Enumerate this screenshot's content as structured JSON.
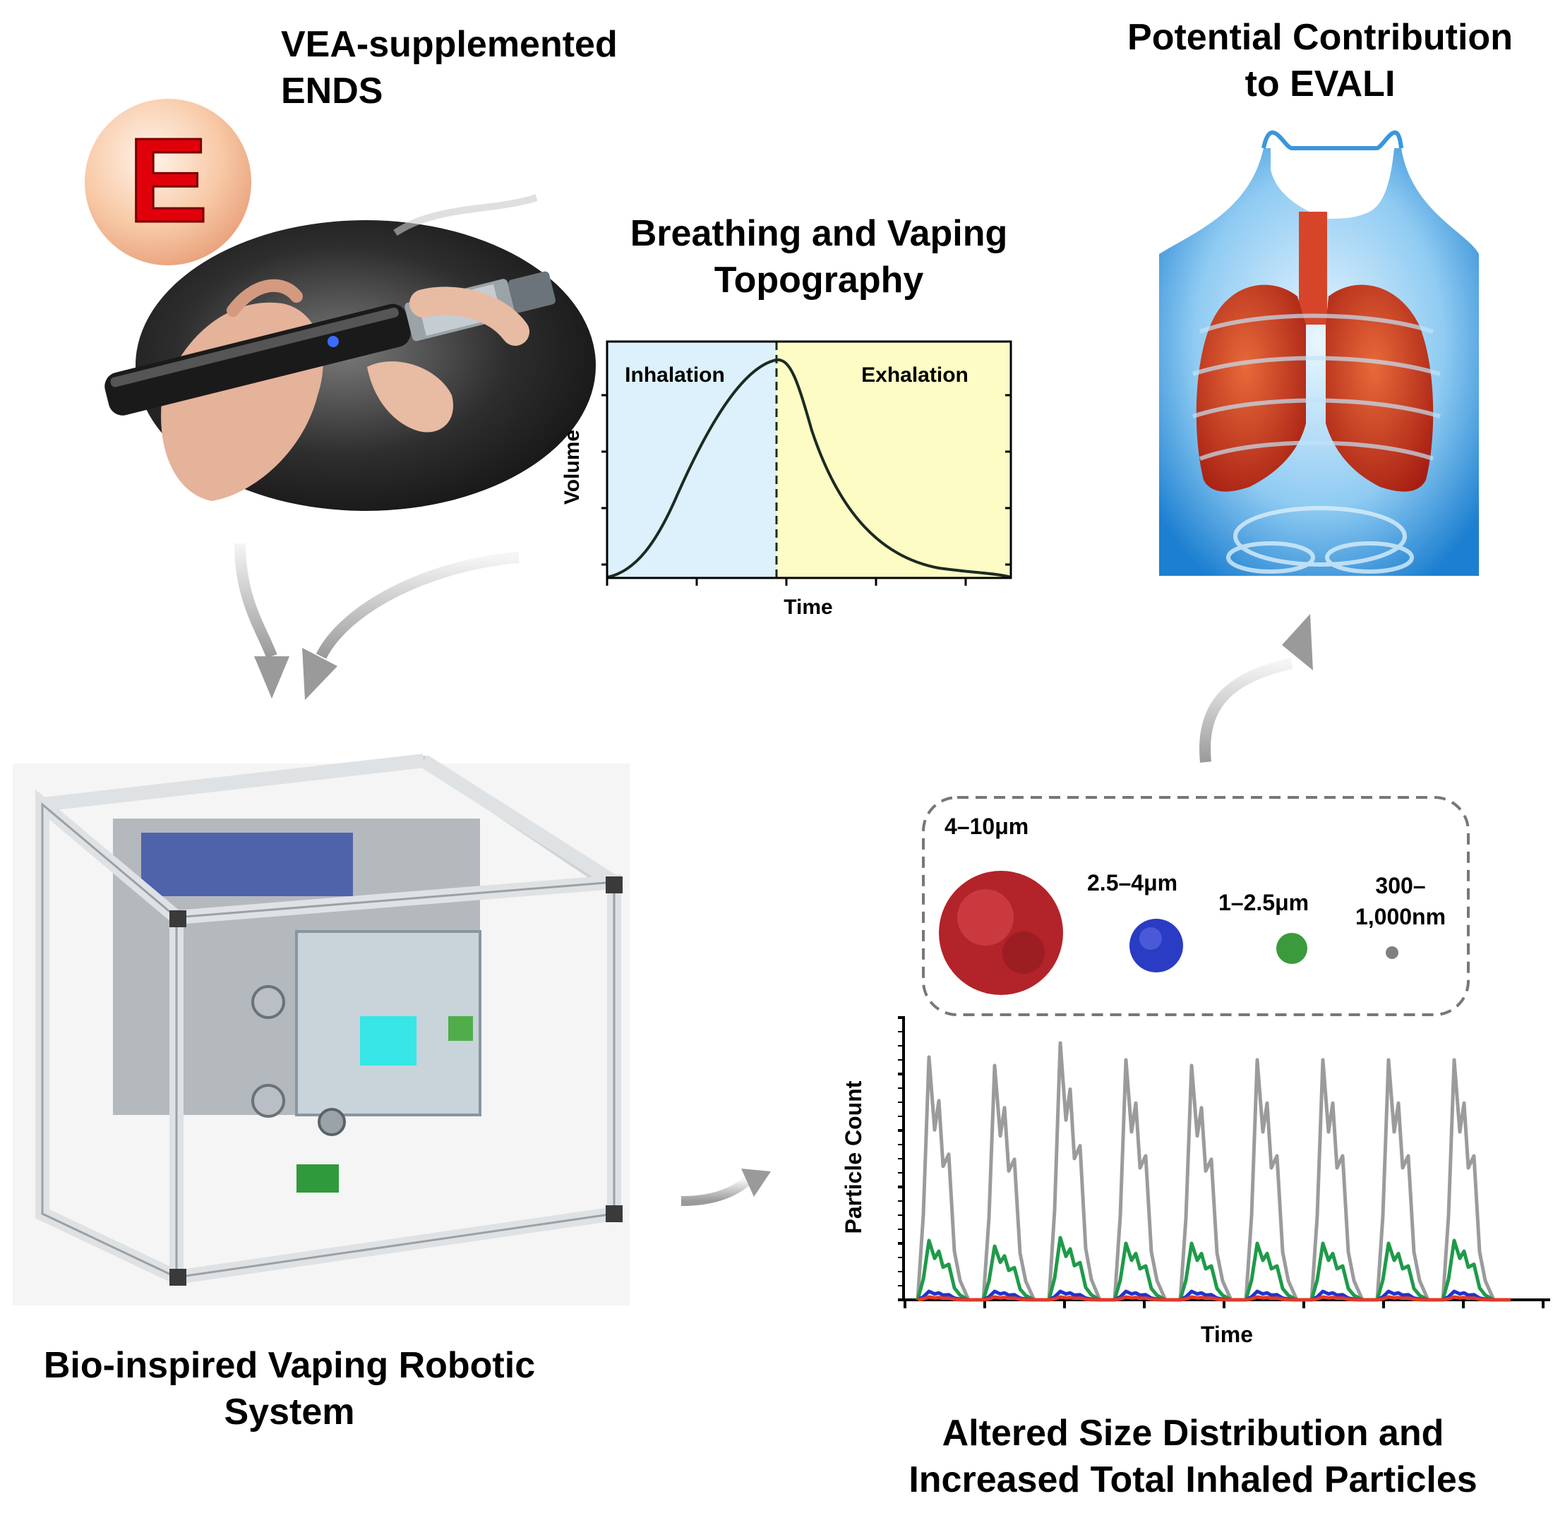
{
  "titles": {
    "ends": [
      "VEA-supplemented",
      "ENDS"
    ],
    "topography": [
      "Breathing and Vaping",
      "Topography"
    ],
    "evali": [
      "Potential Contribution",
      "to EVALI"
    ],
    "robot": [
      "Bio-inspired Vaping Robotic",
      "System"
    ],
    "distribution": [
      "Altered Size Distribution and",
      "Increased Total Inhaled Particles"
    ]
  },
  "badge_letter": "E",
  "topography_chart": {
    "ylabel": "Volume",
    "xlabel": "Time",
    "inhalation_label": "Inhalation",
    "exhalation_label": "Exhalation",
    "colors": {
      "inhalation": "#dcf1fb",
      "exhalation": "#fdfcc4"
    }
  },
  "size_bins": [
    {
      "label": "4–10μm",
      "color": "#b3232a"
    },
    {
      "label": "2.5–4μm",
      "color": "#2a3bc4"
    },
    {
      "label": "1–2.5μm",
      "color": "#3a9a3c"
    },
    {
      "label": "300–",
      "label2": "1,000nm",
      "color": "#808080"
    }
  ],
  "chart_data": {
    "type": "line",
    "xlabel": "Time",
    "ylabel": "Particle  Count",
    "peaks": 9,
    "series": [
      {
        "color": "#9b9b9b",
        "peak_values": [
          0.86,
          0.83,
          0.91,
          0.85,
          0.83,
          0.85,
          0.85,
          0.85,
          0.85
        ]
      },
      {
        "color": "#1f9a4a",
        "peak_values": [
          0.21,
          0.19,
          0.22,
          0.2,
          0.2,
          0.2,
          0.2,
          0.2,
          0.21
        ]
      },
      {
        "color": "#2233cc",
        "peak_values": [
          0.03,
          0.03,
          0.03,
          0.03,
          0.03,
          0.03,
          0.03,
          0.03,
          0.03
        ]
      },
      {
        "color": "#e03a2a",
        "peak_values": [
          0.01,
          0.01,
          0.01,
          0.01,
          0.01,
          0.01,
          0.01,
          0.01,
          0.01
        ]
      }
    ]
  }
}
